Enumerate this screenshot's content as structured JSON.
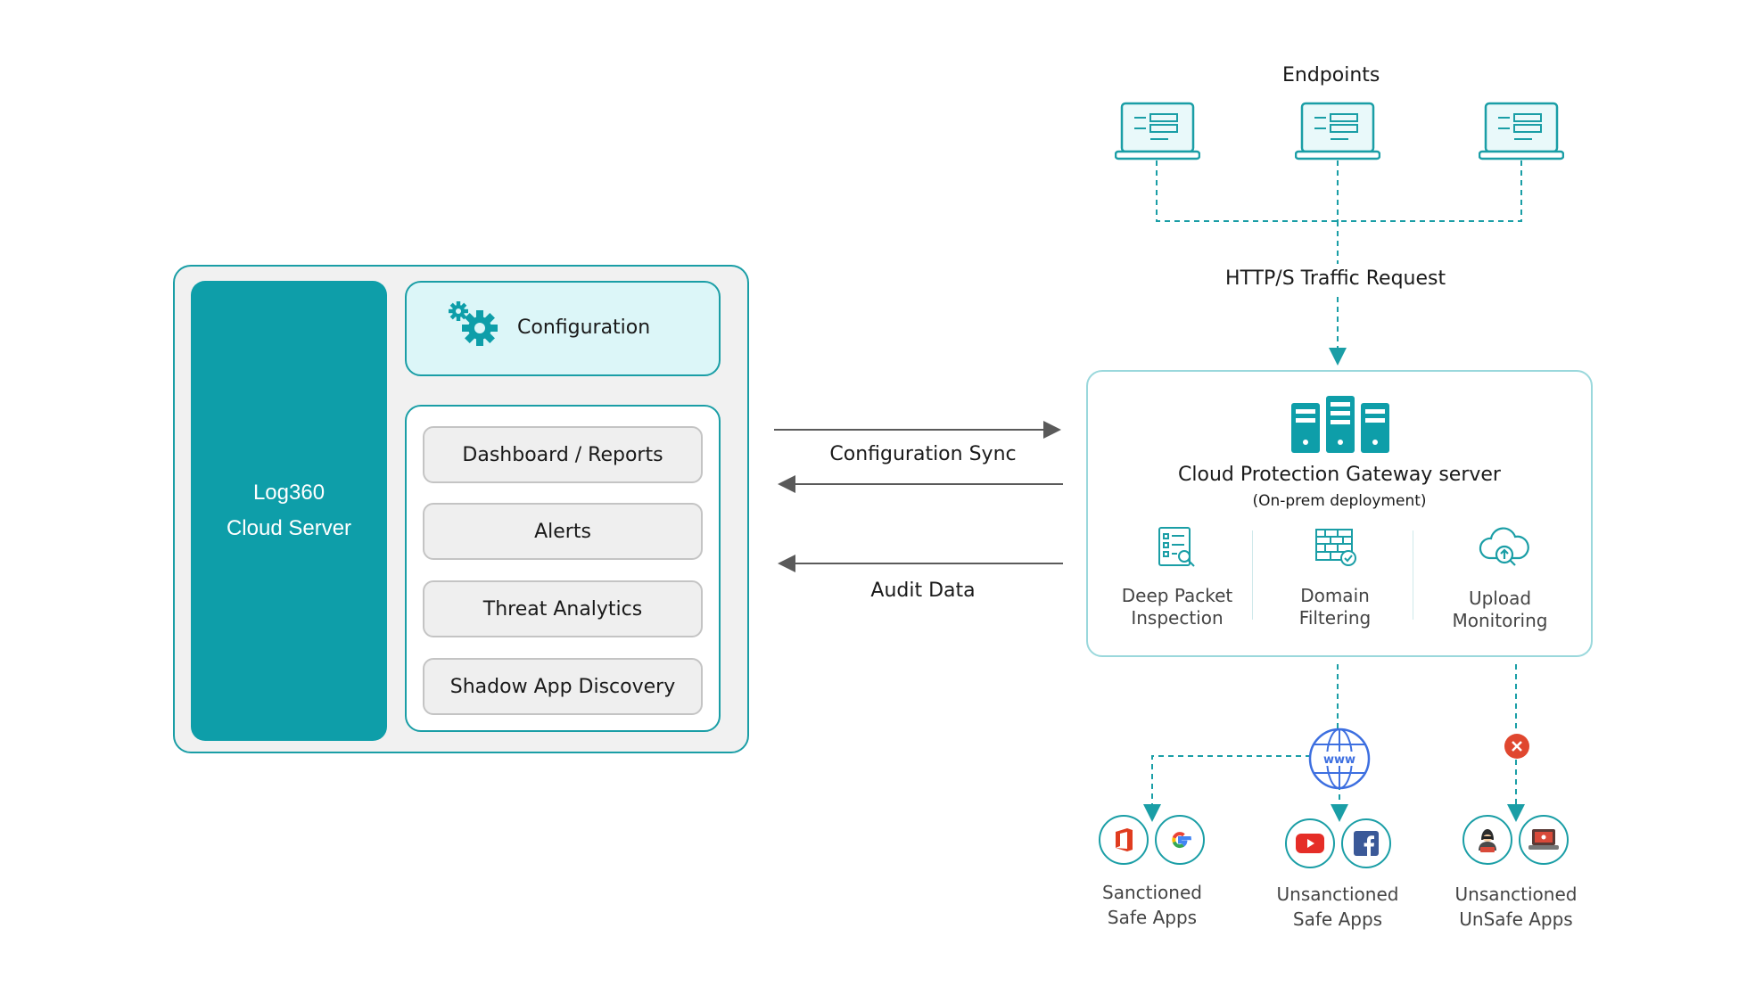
{
  "server": {
    "line1": "Log360",
    "line2": "Cloud Server"
  },
  "configuration": {
    "label": "Configuration",
    "icon": "gear-icon"
  },
  "modules": [
    {
      "label": "Dashboard / Reports"
    },
    {
      "label": "Alerts"
    },
    {
      "label": "Threat Analytics"
    },
    {
      "label": "Shadow App Discovery"
    }
  ],
  "links": {
    "config_sync": "Configuration Sync",
    "audit_data": "Audit Data"
  },
  "endpoints": {
    "title": "Endpoints",
    "count": 3,
    "icon": "laptop-icon"
  },
  "traffic": {
    "label": "HTTP/S Traffic Request"
  },
  "gateway": {
    "title": "Cloud Protection Gateway server",
    "subtitle": "(On-prem deployment)",
    "icon": "server-rack-icon",
    "features": [
      {
        "line1": "Deep Packet",
        "line2": "Inspection",
        "icon": "document-scan-icon"
      },
      {
        "line1": "Domain",
        "line2": "Filtering",
        "icon": "firewall-icon"
      },
      {
        "line1": "Upload",
        "line2": "Monitoring",
        "icon": "cloud-upload-icon"
      }
    ]
  },
  "web": {
    "icon": "www-globe-icon",
    "text": "www"
  },
  "blocked": {
    "icon": "block-x-icon"
  },
  "app_groups": [
    {
      "line1": "Sanctioned",
      "line2": "Safe Apps",
      "apps": [
        "office-icon",
        "google-icon"
      ]
    },
    {
      "line1": "Unsanctioned",
      "line2": "Safe Apps",
      "apps": [
        "youtube-icon",
        "facebook-icon"
      ]
    },
    {
      "line1": "Unsanctioned",
      "line2": "UnSafe Apps",
      "apps": [
        "hacker-icon",
        "malware-laptop-icon"
      ]
    }
  ],
  "colors": {
    "teal": "#0e9ea9",
    "teal_border": "#1a9ea6",
    "light_teal": "#dcf6f8",
    "panel_gray": "#f1f1f1",
    "blue": "#3d6fe0",
    "red": "#e0472f"
  }
}
